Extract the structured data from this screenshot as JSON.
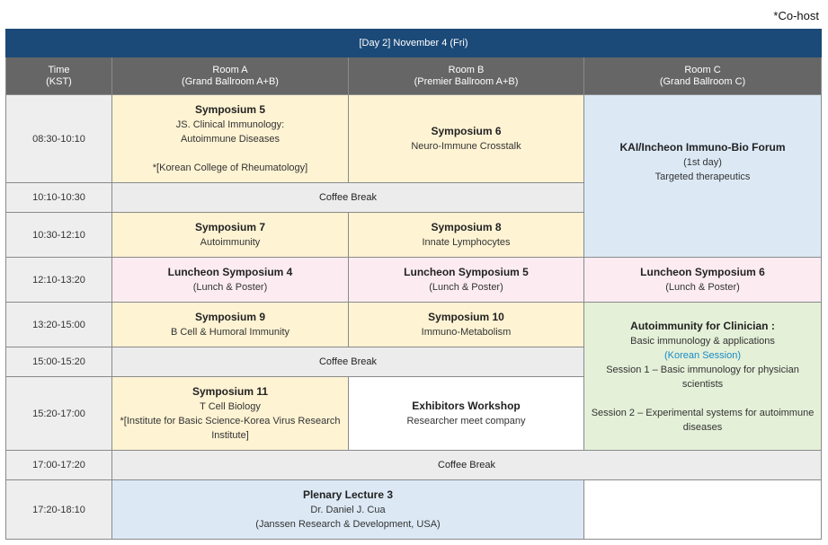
{
  "cohost_note": "*Co-host",
  "day_header": "[Day 2] November 4 (Fri)",
  "columns": {
    "time": [
      "Time",
      "(KST)"
    ],
    "room_a": [
      "Room A",
      "(Grand Ballroom A+B)"
    ],
    "room_b": [
      "Room B",
      "(Premier Ballroom A+B)"
    ],
    "room_c": [
      "Room C",
      "(Grand Ballroom C)"
    ]
  },
  "times": [
    "08:30-10:10",
    "10:10-10:30",
    "10:30-12:10",
    "12:10-13:20",
    "13:20-15:00",
    "15:00-15:20",
    "15:20-17:00",
    "17:00-17:20",
    "17:20-18:10"
  ],
  "sessions": {
    "sym5": {
      "title": "Symposium 5",
      "lines": [
        "JS. Clinical Immunology:",
        "Autoimmune Diseases"
      ],
      "note": "*[Korean College of Rheumatology]"
    },
    "sym6": {
      "title": "Symposium 6",
      "lines": [
        "Neuro-Immune Crosstalk"
      ]
    },
    "kai": {
      "title": "KAI/Incheon Immuno-Bio Forum",
      "lines": [
        "(1st day)",
        "Targeted therapeutics"
      ]
    },
    "coffee1": "Coffee Break",
    "sym7": {
      "title": "Symposium 7",
      "lines": [
        "Autoimmunity"
      ]
    },
    "sym8": {
      "title": "Symposium 8",
      "lines": [
        "Innate Lymphocytes"
      ]
    },
    "lunch4": {
      "title": "Luncheon Symposium 4",
      "lines": [
        "(Lunch & Poster)"
      ]
    },
    "lunch5": {
      "title": "Luncheon Symposium 5",
      "lines": [
        "(Lunch & Poster)"
      ]
    },
    "lunch6": {
      "title": "Luncheon Symposium 6",
      "lines": [
        "(Lunch & Poster)"
      ]
    },
    "sym9": {
      "title": "Symposium 9",
      "lines": [
        "B Cell & Humoral Immunity"
      ]
    },
    "sym10": {
      "title": "Symposium 10",
      "lines": [
        "Immuno-Metabolism"
      ]
    },
    "clinician": {
      "title": "Autoimmunity for Clinician :",
      "lines": [
        "Basic immunology & applications"
      ],
      "korean": "(Korean Session)",
      "session1": "Session 1 – Basic immunology for physician scientists",
      "session2": "Session 2 – Experimental systems for autoimmune diseases"
    },
    "coffee2": "Coffee Break",
    "sym11": {
      "title": "Symposium 11",
      "lines": [
        "T Cell Biology"
      ],
      "note": "*[Institute for Basic Science-Korea Virus Research Institute]"
    },
    "exhibitors": {
      "title": "Exhibitors Workshop",
      "lines": [
        "Researcher meet company"
      ]
    },
    "coffee3": "Coffee Break",
    "plenary": {
      "title": "Plenary Lecture 3",
      "lines": [
        "Dr. Daniel J. Cua",
        "(Janssen Research & Development, USA)"
      ]
    }
  },
  "colors": {
    "header_blue": "#1c4a78",
    "column_head_gray": "#666666",
    "symposium_yellow": "#fef3d3",
    "forum_blue": "#dce9f5",
    "luncheon_pink": "#fcecf2",
    "clinician_green": "#e4f0d8",
    "korean_session_blue": "#1a8bc6"
  }
}
